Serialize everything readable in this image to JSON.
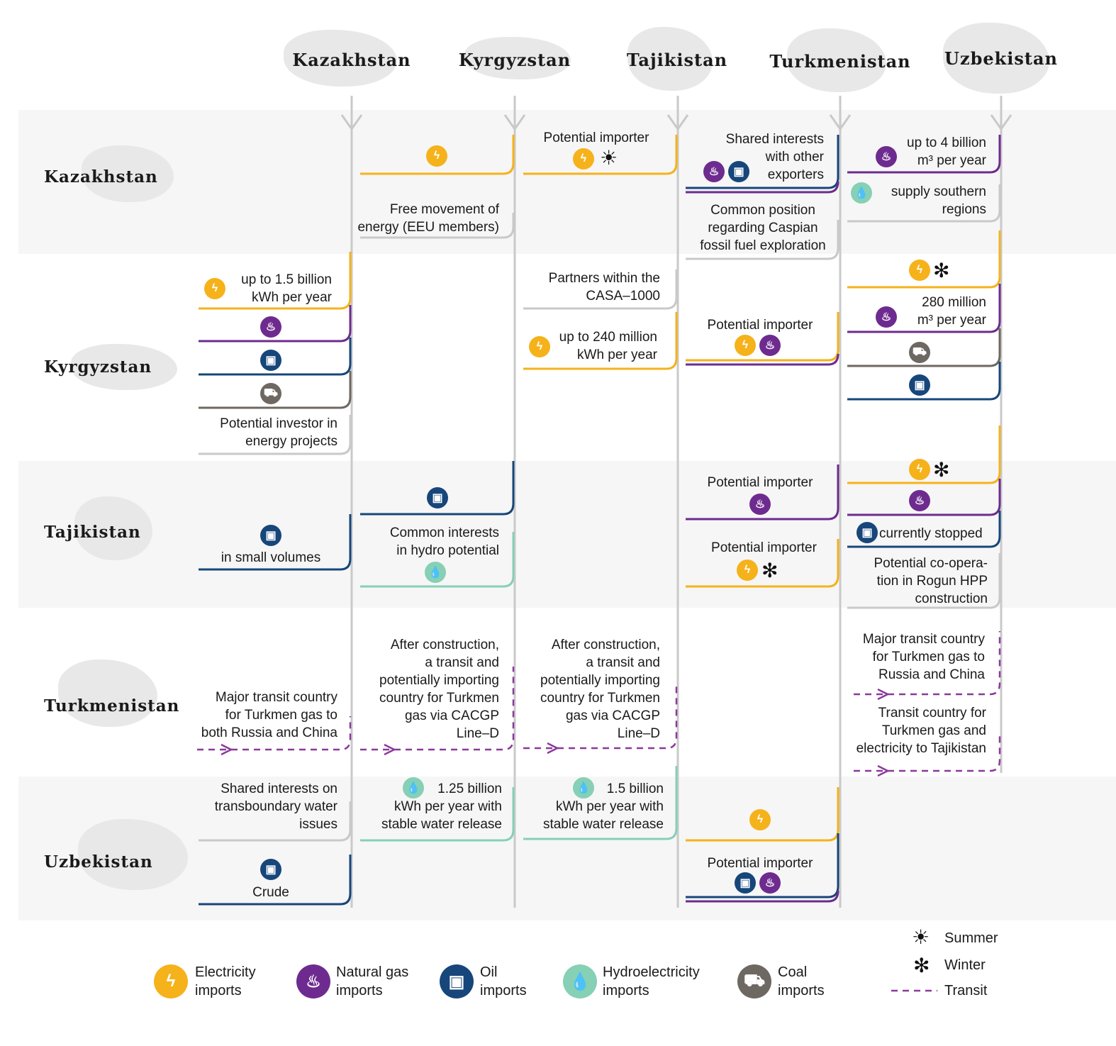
{
  "columns": [
    "Kazakhstan",
    "Kyrgyzstan",
    "Tajikistan",
    "Turkmenistan",
    "Uzbekistan"
  ],
  "rows": [
    "Kazakhstan",
    "Kyrgyzstan",
    "Tajikistan",
    "Turkmenistan",
    "Uzbekistan"
  ],
  "cells": {
    "kaz_kyr_a": "Free movement of",
    "kaz_kyr_b": "energy (EEU members)",
    "kaz_taj_title": "Potential importer",
    "kaz_tkm_a": "Shared interests",
    "kaz_tkm_b": "with other",
    "kaz_tkm_c": "exporters",
    "kaz_tkm2_a": "Common position",
    "kaz_tkm2_b": "regarding Caspian",
    "kaz_tkm2_c": "fossil fuel exploration",
    "kaz_uzb_a": "up to 4 billion",
    "kaz_uzb_b": "m³ per year",
    "kaz_uzb2_a": "supply southern",
    "kaz_uzb2_b": "regions",
    "kyr_kaz_a": "up to 1.5 billion",
    "kyr_kaz_b": "kWh per year",
    "kyr_kaz2_a": "Potential investor in",
    "kyr_kaz2_b": "energy projects",
    "kyr_taj_a": "Partners within the",
    "kyr_taj_b": "CASA–1000",
    "kyr_taj2_a": "up to 240 million",
    "kyr_taj2_b": "kWh per year",
    "kyr_tkm_title": "Potential importer",
    "kyr_uzb_a": "280 million",
    "kyr_uzb_b": "m³ per year",
    "taj_kaz": "in small volumes",
    "taj_kyr_a": "Common interests",
    "taj_kyr_b": "in hydro potential",
    "taj_tkm_title": "Potential importer",
    "taj_tkm2_title": "Potential importer",
    "taj_uzb_stopped": "currently stopped",
    "taj_uzb2_a": "Potential co-opera-",
    "taj_uzb2_b": "tion in Rogun HPP",
    "taj_uzb2_c": "construction",
    "tkm_kaz_a": "Major transit country",
    "tkm_kaz_b": "for Turkmen gas to",
    "tkm_kaz_c": "both Russia and China",
    "tkm_kyr_a": "After construction,",
    "tkm_kyr_b": "a transit and",
    "tkm_kyr_c": "potentially importing",
    "tkm_kyr_d": "country for Turkmen",
    "tkm_kyr_e": "gas via CACGP",
    "tkm_kyr_f": "Line–D",
    "tkm_taj_a": "After construction,",
    "tkm_taj_b": "a transit and",
    "tkm_taj_c": "potentially importing",
    "tkm_taj_d": "country for Turkmen",
    "tkm_taj_e": "gas via CACGP",
    "tkm_taj_f": "Line–D",
    "tkm_uzb_a": "Major transit country",
    "tkm_uzb_b": "for Turkmen gas to",
    "tkm_uzb_c": "Russia and China",
    "tkm_uzb2_a": "Transit country for",
    "tkm_uzb2_b": "Turkmen gas and",
    "tkm_uzb2_c": "electricity to Tajikistan",
    "uzb_kaz_a": "Shared interests on",
    "uzb_kaz_b": "transboundary water",
    "uzb_kaz_c": "issues",
    "uzb_kaz2": "Crude",
    "uzb_kyr_a": "1.25 billion",
    "uzb_kyr_b": "kWh per year with",
    "uzb_kyr_c": "stable water release",
    "uzb_taj_a": "1.5 billion",
    "uzb_taj_b": "kWh per year with",
    "uzb_taj_c": "stable water release",
    "uzb_tkm_title": "Potential importer"
  },
  "legend": {
    "electricity_a": "Electricity",
    "electricity_b": "imports",
    "gas_a": "Natural gas",
    "gas_b": "imports",
    "oil_a": "Oil",
    "oil_b": "imports",
    "hydro_a": "Hydroelectricity",
    "hydro_b": "imports",
    "coal_a": "Coal",
    "coal_b": "imports",
    "summer": "Summer",
    "winter": "Winter",
    "transit": "Transit"
  },
  "icons": {
    "electricity": "lightning-bolt-icon",
    "gas": "flame-icon",
    "oil": "oil-barrel-icon",
    "hydro": "water-drop-icon",
    "coal": "coal-cart-icon",
    "summer": "sun-icon",
    "winter": "snowflake-icon"
  },
  "colors": {
    "electricity": "#f5b21b",
    "gas": "#6e2b8f",
    "oil": "#17467a",
    "hydro": "#86d0b5",
    "coal": "#6e6862",
    "generic": "#c9c9c9",
    "transit": "#8b3a9a"
  }
}
